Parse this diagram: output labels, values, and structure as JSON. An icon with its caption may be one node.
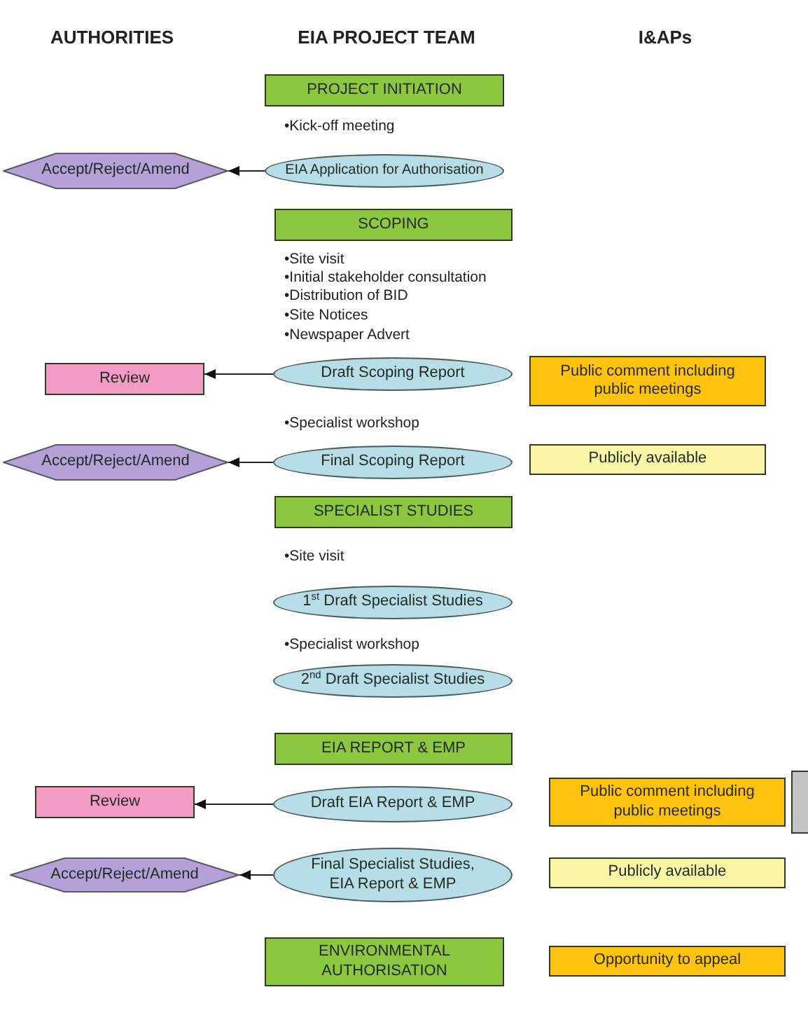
{
  "diagram": {
    "nodes": [
      {
        "text": [
          "PROJECT INITIATION"
        ]
      },
      {
        "text": [
          "Accept/Reject/Amend"
        ]
      },
      {
        "text": [
          "EIA Application for Authorisation"
        ]
      },
      {
        "text": [
          "SCOPING"
        ]
      },
      {
        "text": [
          "Review"
        ]
      },
      {
        "text": [
          "Draft Scoping Report"
        ]
      },
      {
        "text": [
          "Public comment including public meetings"
        ]
      },
      {
        "text": [
          "Accept/Reject/Amend"
        ]
      },
      {
        "text": [
          "Final Scoping Report"
        ]
      },
      {
        "text": [
          "Publicly available"
        ]
      },
      {
        "text": [
          "SPECIALIST STUDIES"
        ]
      },
      {
        "text": [
          "1$^{st}$ Draft Specialist Studies"
        ]
      },
      {
        "text": [
          "2$^{nd}$ Draft Specialist Studies"
        ]
      },
      {
        "text": [
          "EIA REPORT & EMP"
        ]
      },
      {
        "text": [
          "Review"
        ]
      },
      {
        "text": [
          "Draft EIA Report & EMP"
        ]
      },
      {
        "text": [
          "Public comment including public meetings"
        ]
      },
      {
        "text": [],
        "shape": "box"
      },
      {
        "text": [
          "Accept/Reject/Amend"
        ]
      },
      {
        "text": [
          "Final Specialist Studies, EIA Report & EMP"
        ]
      },
      {
        "text": [
          "Publicly available"
        ]
      },
      {
        "text": [
          "ENVIRONMENTAL AUTHORISATION"
        ]
      },
      {
        "text": [
          "Opportunity to appeal"
        ]
      }
    ],
    "edges": [
      {
        "from": 2,
        "to": 1,
        "arrow": "to"
      },
      {
        "from": 5,
        "to": 4,
        "arrow": "to"
      },
      {
        "from": 8,
        "to": 7,
        "arrow": "to"
      },
      {
        "from": 15,
        "to": 14,
        "arrow": "to"
      },
      {
        "from": 19,
        "to": 18,
        "arrow": "to"
      }
    ],
    "labels": [
      "AUTHORITIES",
      "EIA PROJECT TEAM",
      "I&APs",
      "•Kick-off meeting",
      "•Site visit",
      "•Initial stakeholder consultation",
      "•Distribution of BID",
      "•Site Notices",
      "•Newspaper Advert",
      "•Specialist workshop",
      "•Site visit",
      "•Specialist workshop"
    ]
  }
}
